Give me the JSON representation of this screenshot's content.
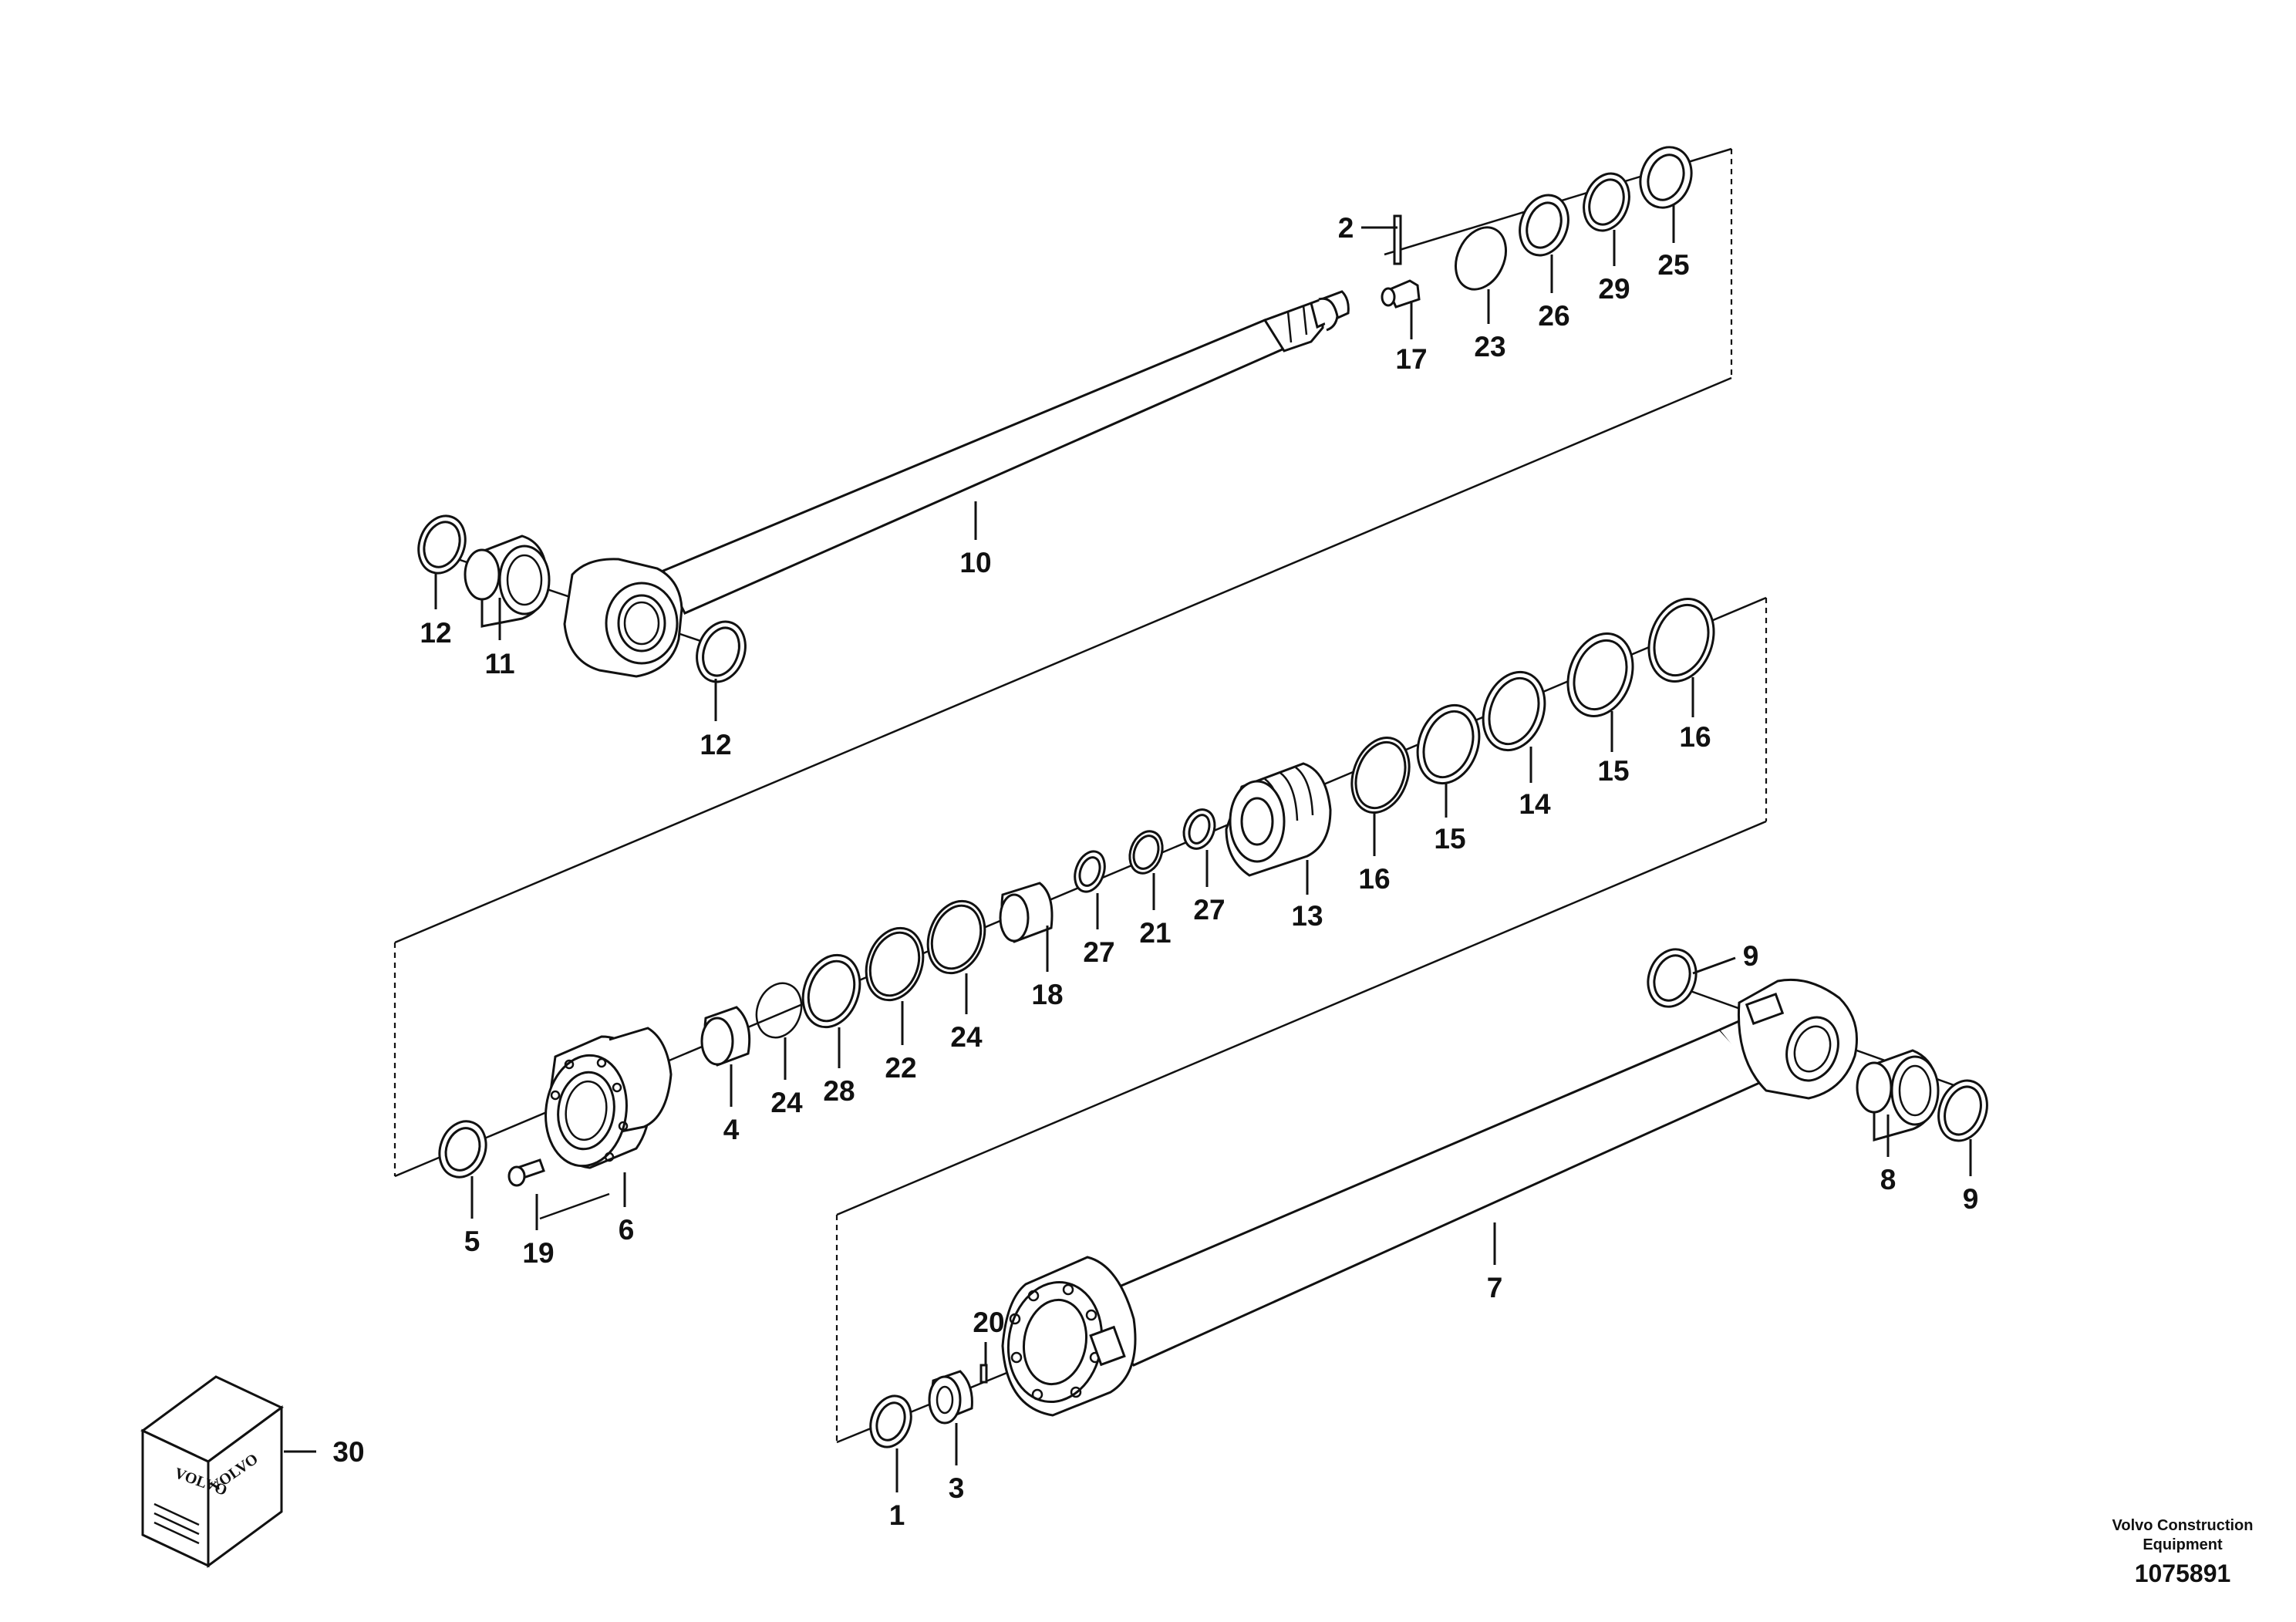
{
  "diagram": {
    "callouts": {
      "c1": "1",
      "c2": "2",
      "c3": "3",
      "c4": "4",
      "c5": "5",
      "c6": "6",
      "c7": "7",
      "c8": "8",
      "c9a": "9",
      "c9b": "9",
      "c10": "10",
      "c11": "11",
      "c12a": "12",
      "c12b": "12",
      "c13": "13",
      "c14": "14",
      "c15a": "15",
      "c15b": "15",
      "c16a": "16",
      "c16b": "16",
      "c17": "17",
      "c18": "18",
      "c19": "19",
      "c20": "20",
      "c21": "21",
      "c22": "22",
      "c23": "23",
      "c24a": "24",
      "c24b": "24",
      "c25": "25",
      "c26": "26",
      "c27a": "27",
      "c27b": "27",
      "c28": "28",
      "c29": "29",
      "c30": "30"
    },
    "kit_box_text": "VOLVO"
  },
  "footer": {
    "brand_line1": "Volvo Construction",
    "brand_line2": "Equipment",
    "doc_number": "1075891"
  }
}
